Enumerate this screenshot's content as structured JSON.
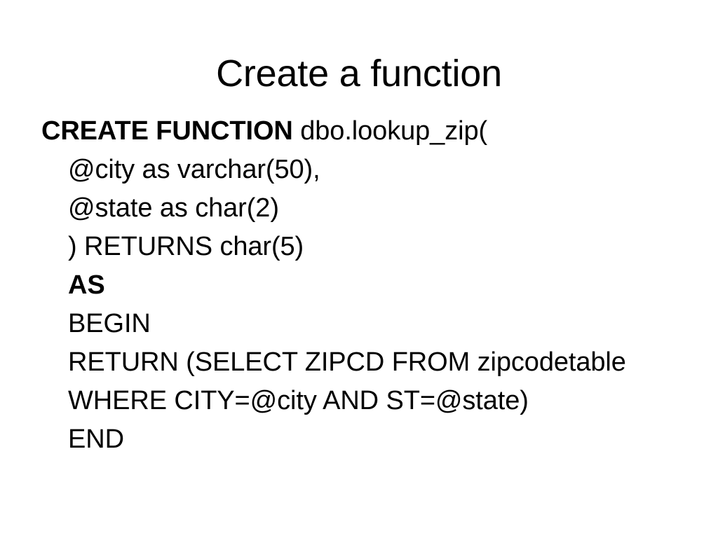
{
  "slide": {
    "title": "Create a function",
    "code": {
      "lines": [
        {
          "indent": false,
          "bold_prefix": "CREATE FUNCTION",
          "rest": " dbo.lookup_zip("
        },
        {
          "indent": true,
          "bold_prefix": "",
          "rest": "@city as varchar(50),"
        },
        {
          "indent": true,
          "bold_prefix": "",
          "rest": "@state as char(2)"
        },
        {
          "indent": true,
          "bold_prefix": "",
          "rest": ") RETURNS char(5)"
        },
        {
          "indent": true,
          "bold_prefix": "AS",
          "rest": ""
        },
        {
          "indent": true,
          "bold_prefix": "",
          "rest": "BEGIN"
        },
        {
          "indent": true,
          "bold_prefix": "",
          "rest": "RETURN (SELECT ZIPCD FROM zipcodetable"
        },
        {
          "indent": true,
          "bold_prefix": "",
          "rest": "WHERE CITY=@city AND ST=@state)"
        },
        {
          "indent": true,
          "bold_prefix": "",
          "rest": "END"
        }
      ]
    }
  },
  "colors": {
    "background": "#ffffff",
    "text": "#000000"
  }
}
